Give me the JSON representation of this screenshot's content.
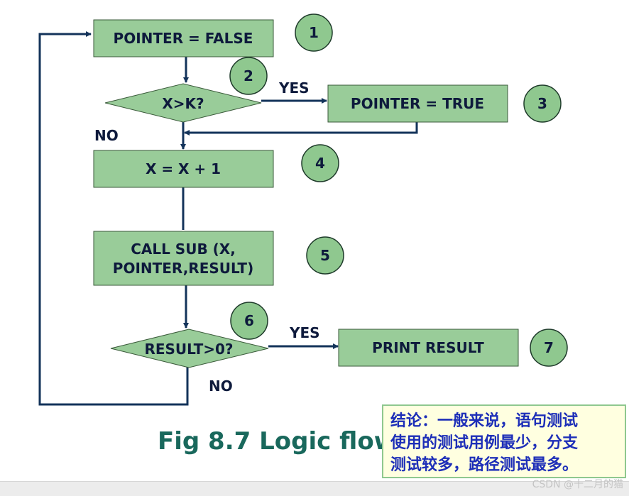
{
  "nodes": {
    "pointer_false": "POINTER = FALSE",
    "decision_x_gt_k": "X>K?",
    "pointer_true": "POINTER = TRUE",
    "increment_x": "X = X + 1",
    "call_sub_line1": "CALL SUB (X,",
    "call_sub_line2": "POINTER,RESULT)",
    "decision_result": "RESULT>0?",
    "print_result": "PRINT RESULT"
  },
  "edge_labels": {
    "yes_1": "YES",
    "no_1": "NO",
    "yes_2": "YES",
    "no_2": "NO"
  },
  "step_numbers": [
    "1",
    "2",
    "3",
    "4",
    "5",
    "6",
    "7"
  ],
  "caption": "Fig 8.7 Logic flow.",
  "conclusion": {
    "line1": "结论：一般来说，语句测试",
    "line2": "使用的测试用例最少，分支",
    "line3": "测试较多，路径测试最多。"
  },
  "watermark": "CSDN @十二月的猫",
  "colors": {
    "node_fill": "#99cc99",
    "circle_fill": "#8fc88f",
    "line": "#13335a",
    "caption": "#19685c",
    "conclusion_text": "#1d2eb8"
  }
}
